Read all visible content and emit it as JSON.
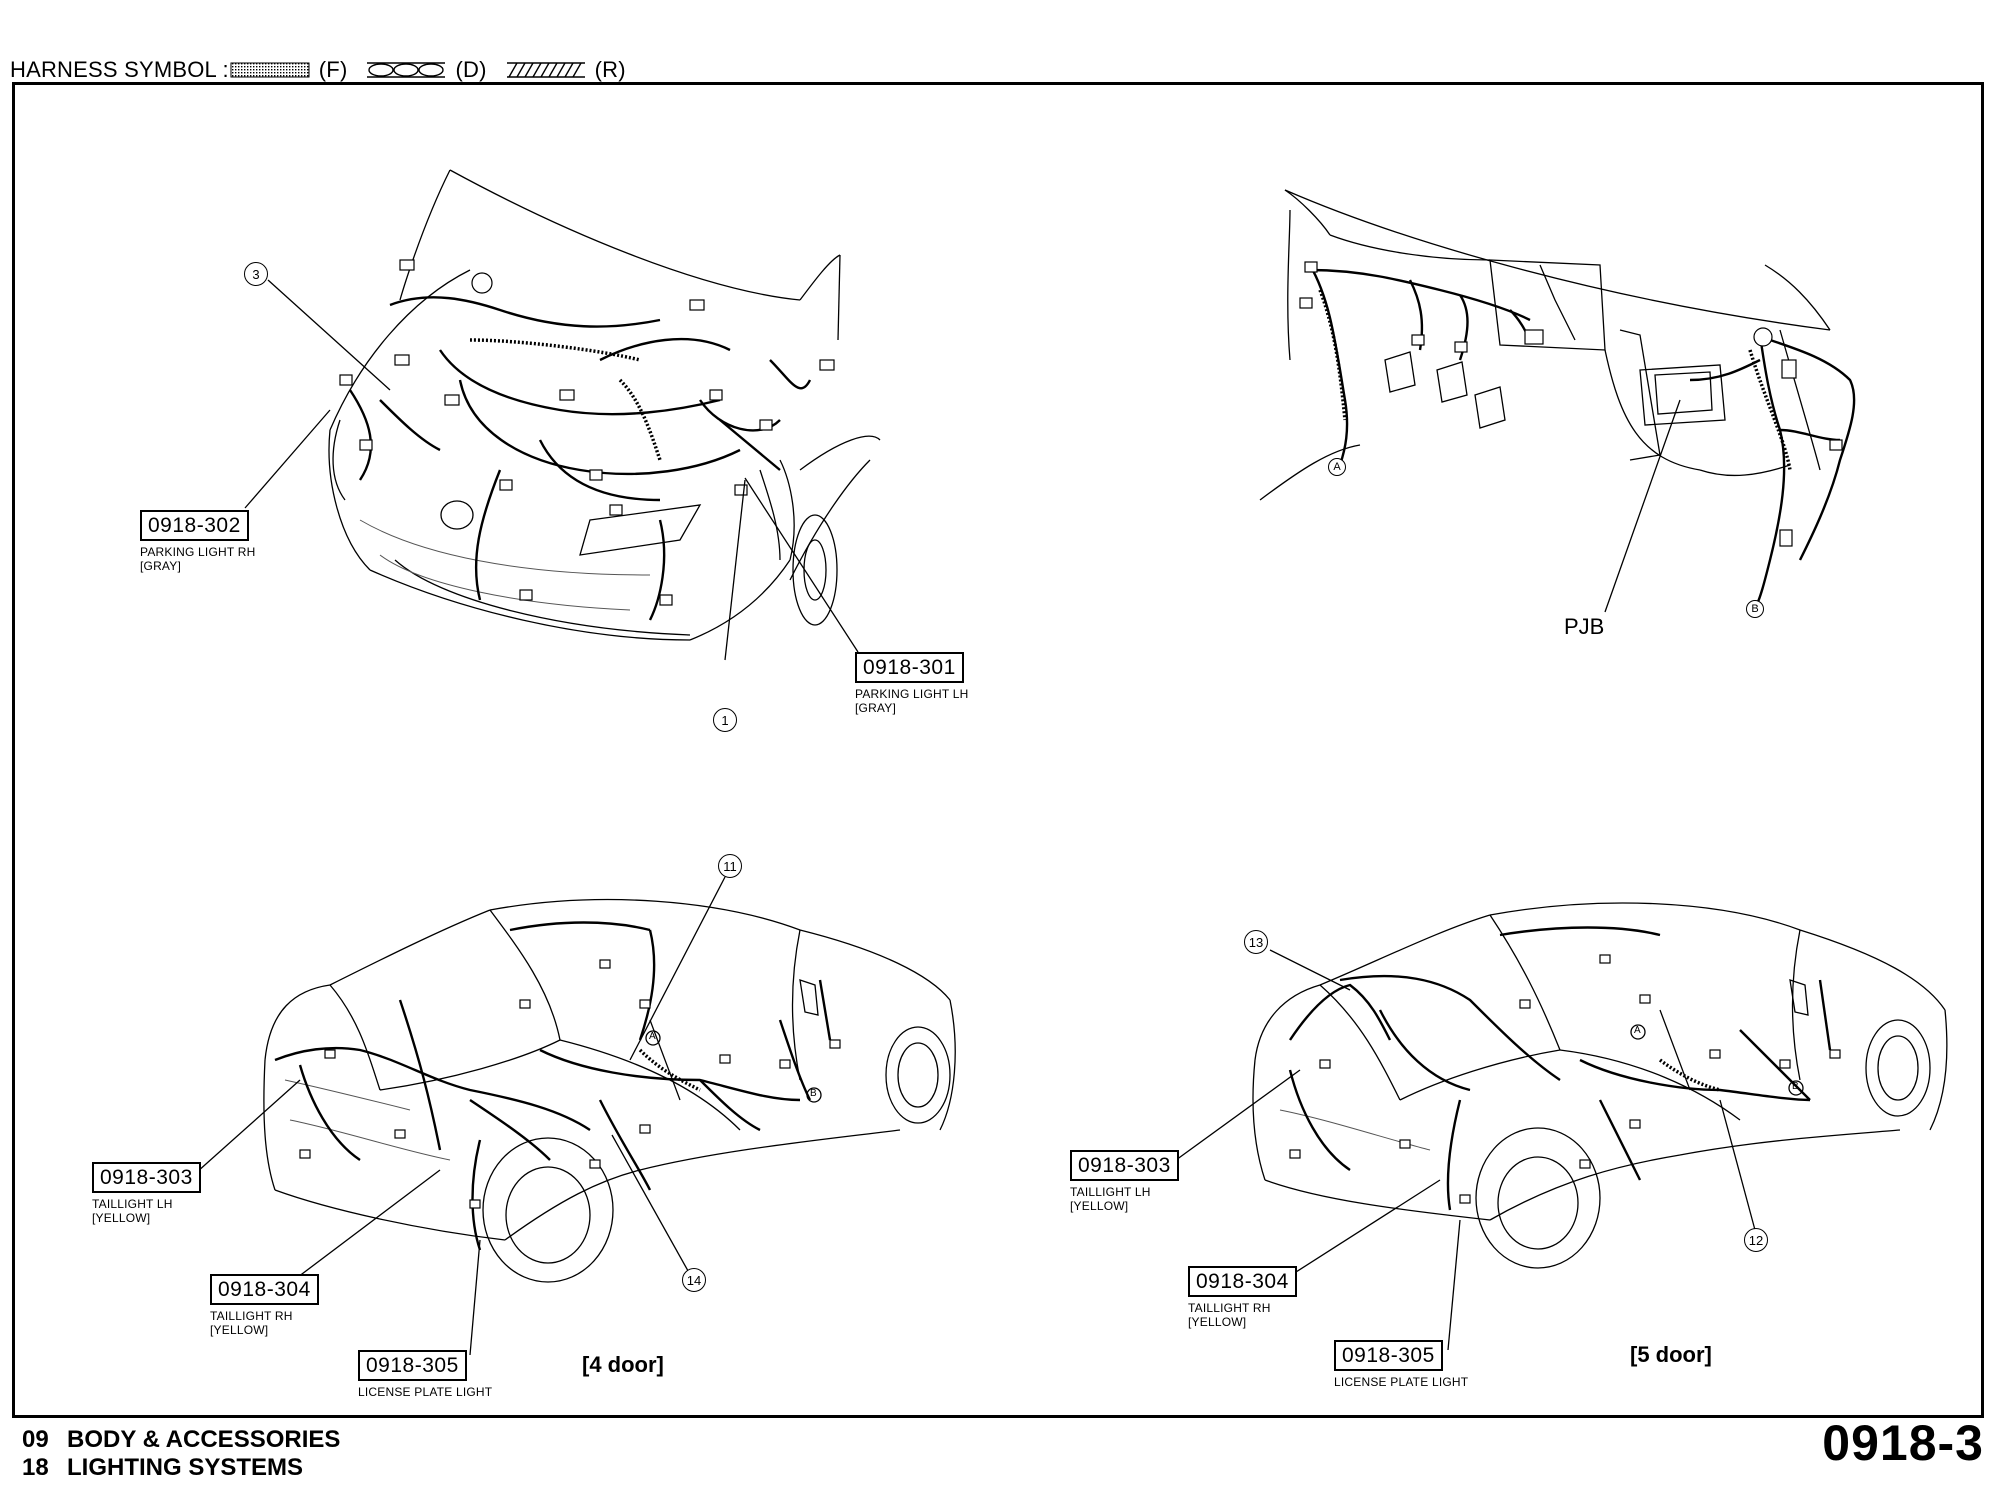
{
  "legend": {
    "title": "HARNESS SYMBOL :",
    "items": [
      {
        "code": "(F)",
        "pattern": "dotted-band"
      },
      {
        "code": "(D)",
        "pattern": "circle-chain"
      },
      {
        "code": "(R)",
        "pattern": "hatched-band"
      }
    ]
  },
  "front_views": {
    "tags": [
      {
        "code": "0918-302",
        "desc1": "PARKING LIGHT RH",
        "desc2": "[GRAY]"
      },
      {
        "code": "0918-301",
        "desc1": "PARKING LIGHT LH",
        "desc2": "[GRAY]"
      }
    ],
    "callouts": [
      "3",
      "1"
    ],
    "dash_callouts": [
      "A",
      "B"
    ],
    "pjb_label": "PJB"
  },
  "four_door": {
    "label": "[4 door]",
    "tags": [
      {
        "code": "0918-303",
        "desc1": "TAILLIGHT LH",
        "desc2": "[YELLOW]"
      },
      {
        "code": "0918-304",
        "desc1": "TAILLIGHT RH",
        "desc2": "[YELLOW]"
      },
      {
        "code": "0918-305",
        "desc1": "LICENSE PLATE LIGHT",
        "desc2": ""
      }
    ],
    "callouts": [
      "11",
      "14"
    ],
    "point_marks": [
      "A",
      "B"
    ]
  },
  "five_door": {
    "label": "[5 door]",
    "tags": [
      {
        "code": "0918-303",
        "desc1": "TAILLIGHT LH",
        "desc2": "[YELLOW]"
      },
      {
        "code": "0918-304",
        "desc1": "TAILLIGHT RH",
        "desc2": "[YELLOW]"
      },
      {
        "code": "0918-305",
        "desc1": "LICENSE PLATE LIGHT",
        "desc2": ""
      }
    ],
    "callouts": [
      "13",
      "12"
    ],
    "point_marks": [
      "A",
      "B"
    ]
  },
  "footer": {
    "line1_num": "09",
    "line1_text": "BODY & ACCESSORIES",
    "line2_num": "18",
    "line2_text": "LIGHTING SYSTEMS",
    "page_code": "0918-3"
  }
}
